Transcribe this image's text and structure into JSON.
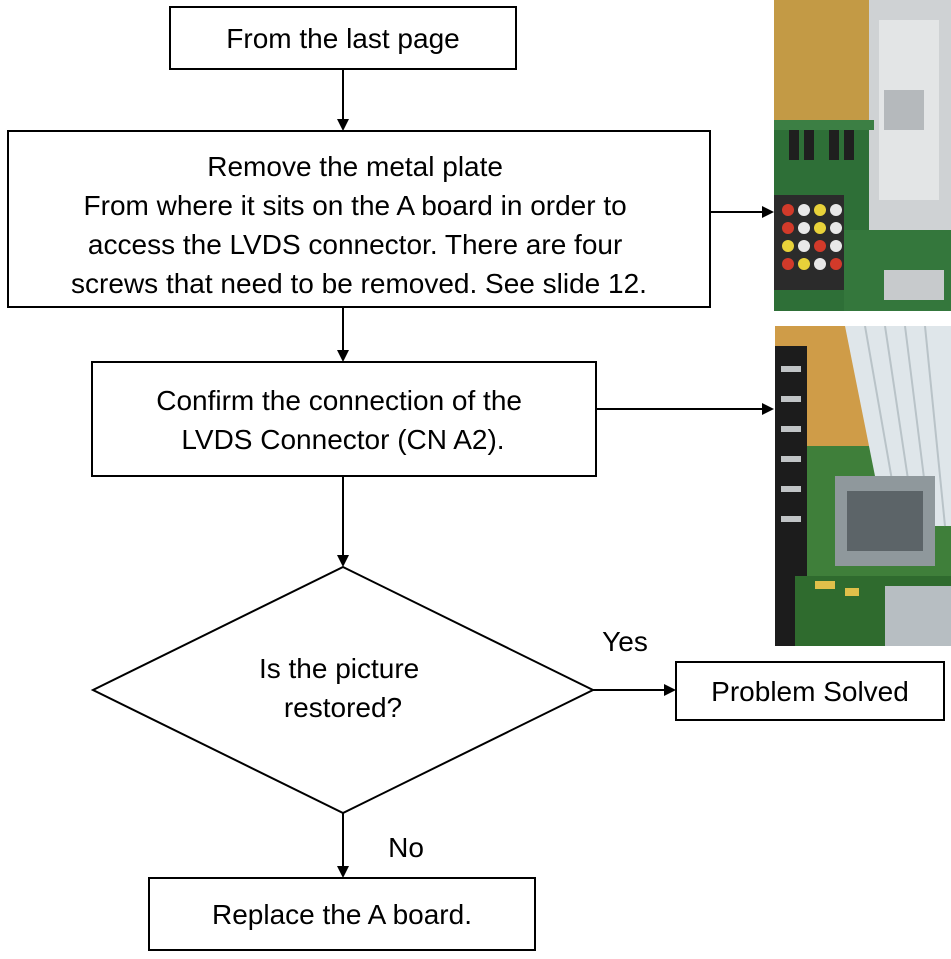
{
  "flowchart": {
    "start": {
      "text": "From the last page"
    },
    "step_remove_plate": {
      "lines": [
        "Remove the metal plate",
        "From where it sits on the A board in order to",
        "access the LVDS connector. There are four",
        "screws that need to be removed. See slide 12."
      ]
    },
    "step_confirm": {
      "lines": [
        "Confirm the connection of the",
        "LVDS Connector (CN A2)."
      ]
    },
    "decision": {
      "lines": [
        "Is the picture",
        "restored?"
      ]
    },
    "yes_label": "Yes",
    "no_label": "No",
    "outcome_solved": {
      "text": "Problem Solved"
    },
    "outcome_replace": {
      "text": "Replace the A board."
    }
  },
  "photos": {
    "top": {
      "icon": "circuit-board-photo",
      "colors": {
        "board": "#2d7a3a",
        "pcb_tan": "#c9a24a",
        "metal": "#c8c8c8"
      }
    },
    "bottom": {
      "icon": "lvds-connector-photo",
      "colors": {
        "board": "#3f8b3a",
        "pcb_tan": "#d4a24c",
        "metal": "#9aa3a8",
        "cable": "#dfe6ea"
      }
    }
  }
}
